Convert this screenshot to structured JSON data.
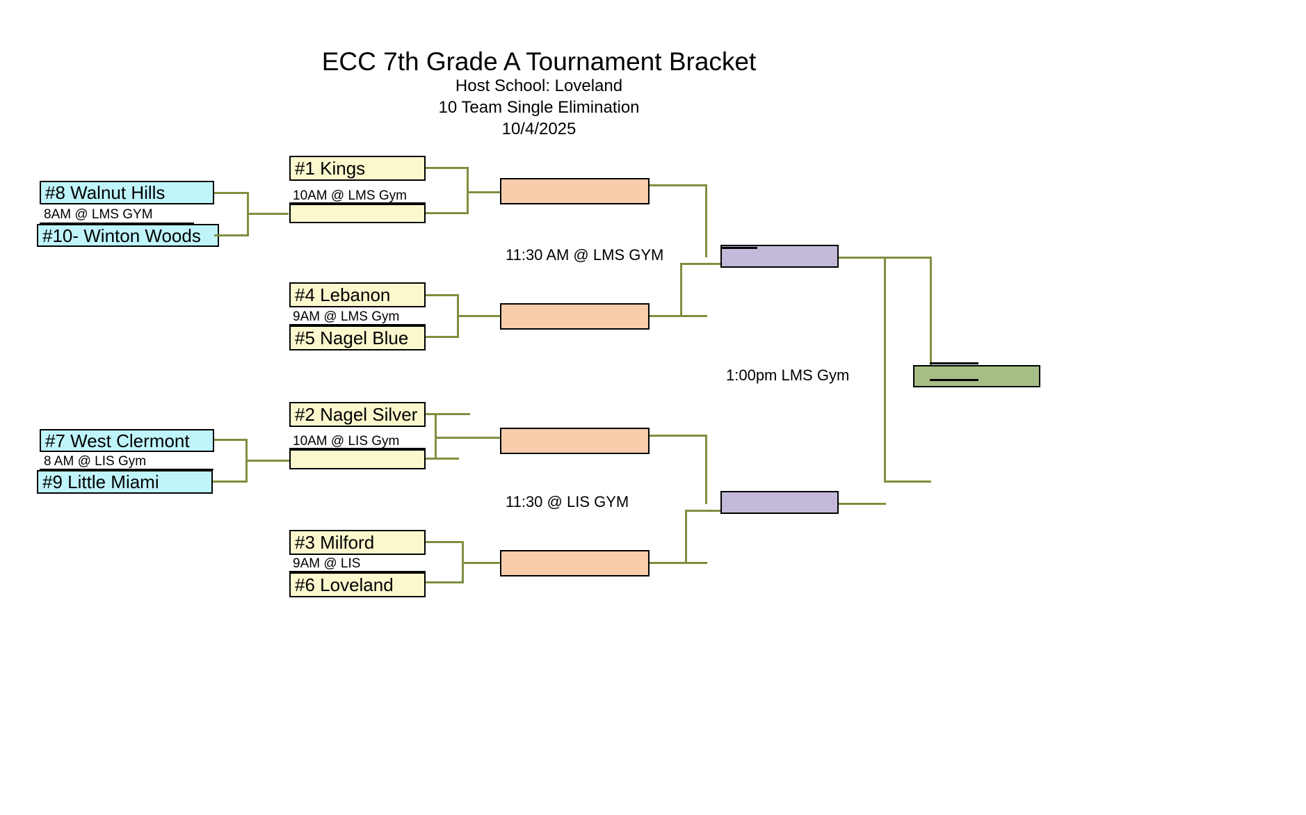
{
  "header": {
    "title": "ECC 7th Grade A Tournament Bracket",
    "host": "Host School: Loveland",
    "format": "10 Team Single Elimination",
    "date": "10/4/2025"
  },
  "colors": {
    "play_in": "#bff4fa",
    "round1": "#fbf8ce",
    "semifinal": "#f9ccab",
    "final": "#c5b9d9",
    "champion": "#a6bd85",
    "connector": "#7d8f3f",
    "border": "#000000",
    "background": "#ffffff"
  },
  "play_in": [
    {
      "top_team": "#8 Walnut Hills",
      "game_info": "8AM @ LMS GYM",
      "bottom_team": "#10- Winton Woods"
    },
    {
      "top_team": "#7 West Clermont",
      "game_info": " 8 AM @ LIS Gym",
      "bottom_team": "#9 Little Miami"
    }
  ],
  "round1": [
    {
      "top_team": "#1 Kings",
      "game_info": "10AM @ LMS Gym",
      "bottom_team": ""
    },
    {
      "top_team": "#4 Lebanon",
      "game_info": "9AM @ LMS Gym",
      "bottom_team": "#5 Nagel Blue"
    },
    {
      "top_team": "#2 Nagel Silver",
      "game_info": "10AM @ LIS Gym",
      "bottom_team": ""
    },
    {
      "top_team": "#3 Milford",
      "game_info": "9AM @ LIS",
      "bottom_team": "#6 Loveland"
    }
  ],
  "semifinals": [
    {
      "team": ""
    },
    {
      "team": ""
    },
    {
      "team": ""
    },
    {
      "team": ""
    }
  ],
  "finals": [
    {
      "team": "",
      "game_info": "11:30 AM @ LMS GYM"
    },
    {
      "team": "",
      "game_info": "11:30 @ LIS GYM"
    }
  ],
  "championship": {
    "team": "",
    "game_info": "1:00pm LMS Gym"
  }
}
